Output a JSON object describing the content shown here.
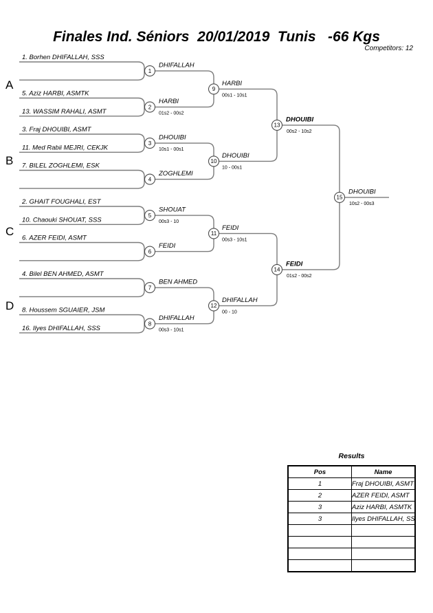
{
  "header": {
    "title": "Finales Ind. Séniors  20/01/2019  Tunis   -66 Kgs",
    "competitors_label": "Competitors: 12"
  },
  "bracket": {
    "groups": [
      {
        "label": "A"
      },
      {
        "label": "B"
      },
      {
        "label": "C"
      },
      {
        "label": "D"
      }
    ],
    "slots": [
      {
        "label": "1. Borhen DHIFALLAH, SSS"
      },
      {
        "label": ""
      },
      {
        "label": "5. Aziz HARBI, ASMTK"
      },
      {
        "label": "13. WASSIM RAHALI, ASMT"
      },
      {
        "label": "3. Fraj DHOUIBI, ASMT"
      },
      {
        "label": "11. Med Rabii MEJRI, CEKJK"
      },
      {
        "label": "7. BILEL ZOGHLEMI, ESK"
      },
      {
        "label": ""
      },
      {
        "label": "2. GHAIT FOUGHALI, EST"
      },
      {
        "label": "10. Chaouki SHOUAT, SSS"
      },
      {
        "label": "6. AZER FEIDI, ASMT"
      },
      {
        "label": ""
      },
      {
        "label": "4. Bilel BEN AHMED, ASMT"
      },
      {
        "label": ""
      },
      {
        "label": "8. Houssem SGUAIER, JSM"
      },
      {
        "label": "16. Ilyes DHIFALLAH, SSS"
      }
    ],
    "matches": [
      {
        "number": "1",
        "winner": "DHIFALLAH",
        "score": ""
      },
      {
        "number": "2",
        "winner": "HARBI",
        "score": "01s2 - 00s2"
      },
      {
        "number": "3",
        "winner": "DHOUIBI",
        "score": "10s1 - 00s1"
      },
      {
        "number": "4",
        "winner": "ZOGHLEMI",
        "score": ""
      },
      {
        "number": "5",
        "winner": "SHOUAT",
        "score": "00s3 - 10"
      },
      {
        "number": "6",
        "winner": "FEIDI",
        "score": ""
      },
      {
        "number": "7",
        "winner": "BEN AHMED",
        "score": ""
      },
      {
        "number": "8",
        "winner": "DHIFALLAH",
        "score": "00s3 - 10s1"
      },
      {
        "number": "9",
        "winner": "HARBI",
        "score": "00s1 - 10s1"
      },
      {
        "number": "10",
        "winner": "DHOUIBI",
        "score": "10 - 00s1"
      },
      {
        "number": "11",
        "winner": "FEIDI",
        "score": "00s3 - 10s1"
      },
      {
        "number": "12",
        "winner": "DHIFALLAH",
        "score": "00 - 10"
      },
      {
        "number": "13",
        "winner": "DHOUIBI",
        "score": "00s2 - 10s2"
      },
      {
        "number": "14",
        "winner": "FEIDI",
        "score": "01s2 - 00s2"
      },
      {
        "number": "15",
        "winner": "DHOUIBI",
        "score": "10s2 - 00s3"
      }
    ]
  },
  "results": {
    "title": "Results",
    "columns": [
      "Pos",
      "Name"
    ],
    "rows": [
      {
        "pos": "1",
        "name": "Fraj DHOUIBI, ASMT"
      },
      {
        "pos": "2",
        "name": "AZER FEIDI, ASMT"
      },
      {
        "pos": "3",
        "name": "Aziz HARBI, ASMTK"
      },
      {
        "pos": "3",
        "name": "Ilyes DHIFALLAH, SSS"
      },
      {
        "pos": "",
        "name": ""
      },
      {
        "pos": "",
        "name": ""
      },
      {
        "pos": "",
        "name": ""
      },
      {
        "pos": "",
        "name": ""
      }
    ]
  },
  "colors": {
    "bracket_line": "#7b7b7b",
    "circle_stroke": "#4a4a4a",
    "text": "#000000",
    "table_border": "#000000",
    "background": "#ffffff"
  }
}
